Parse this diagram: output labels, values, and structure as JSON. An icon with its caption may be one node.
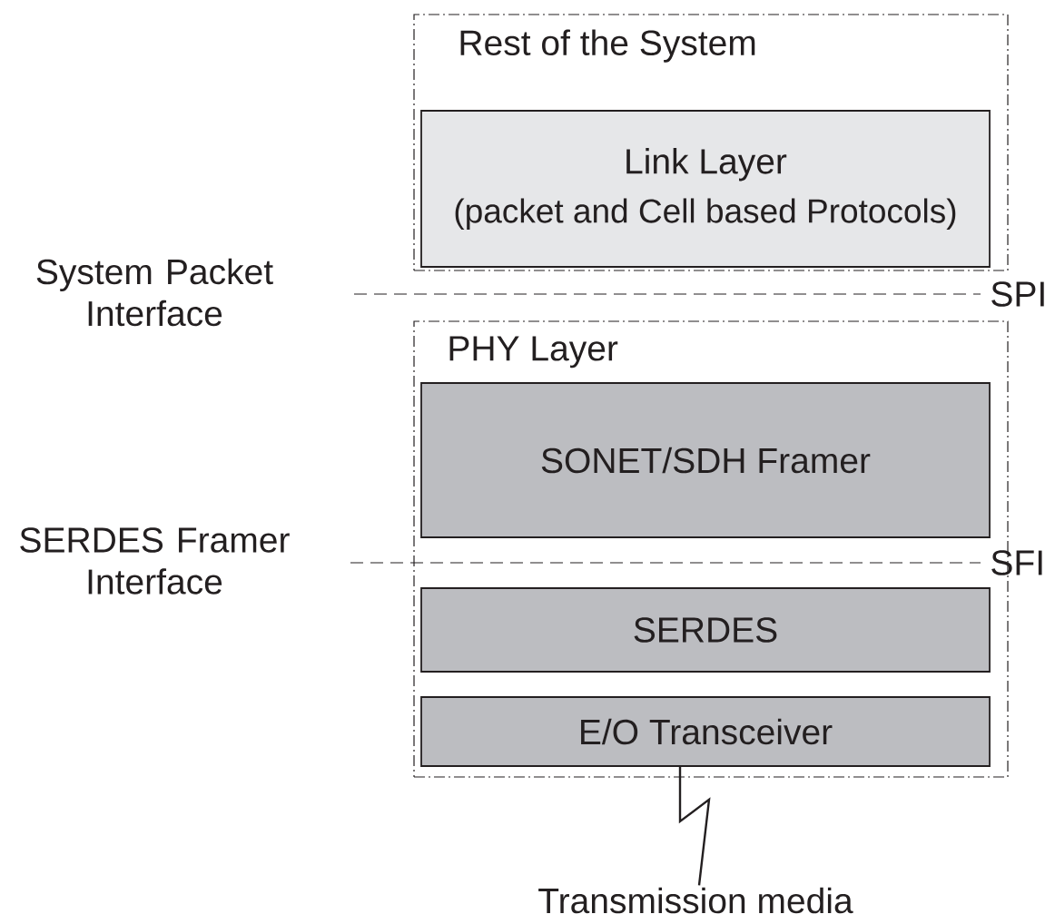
{
  "diagram": {
    "nodes": [
      {
        "text": [
          "Rest of the System"
        ]
      },
      {
        "text": [
          "Link Layer",
          "(packet and Cell based Protocols)"
        ],
        "in": 0
      },
      {
        "text": [
          "PHY Layer"
        ]
      },
      {
        "text": [
          "SONET/SDH Framer"
        ],
        "in": 2
      },
      {
        "text": [
          "SERDES"
        ],
        "in": 2
      },
      {
        "text": [
          "E/O Transceiver"
        ],
        "in": 2
      },
      {
        "text": [
          "Transmission media"
        ]
      }
    ],
    "edges": [
      {
        "from": 5,
        "to": 6,
        "arrow": "none"
      }
    ],
    "labels": [
      "System Packet Interface",
      "SPI",
      "SERDES Framer Interface",
      "SFI"
    ]
  }
}
